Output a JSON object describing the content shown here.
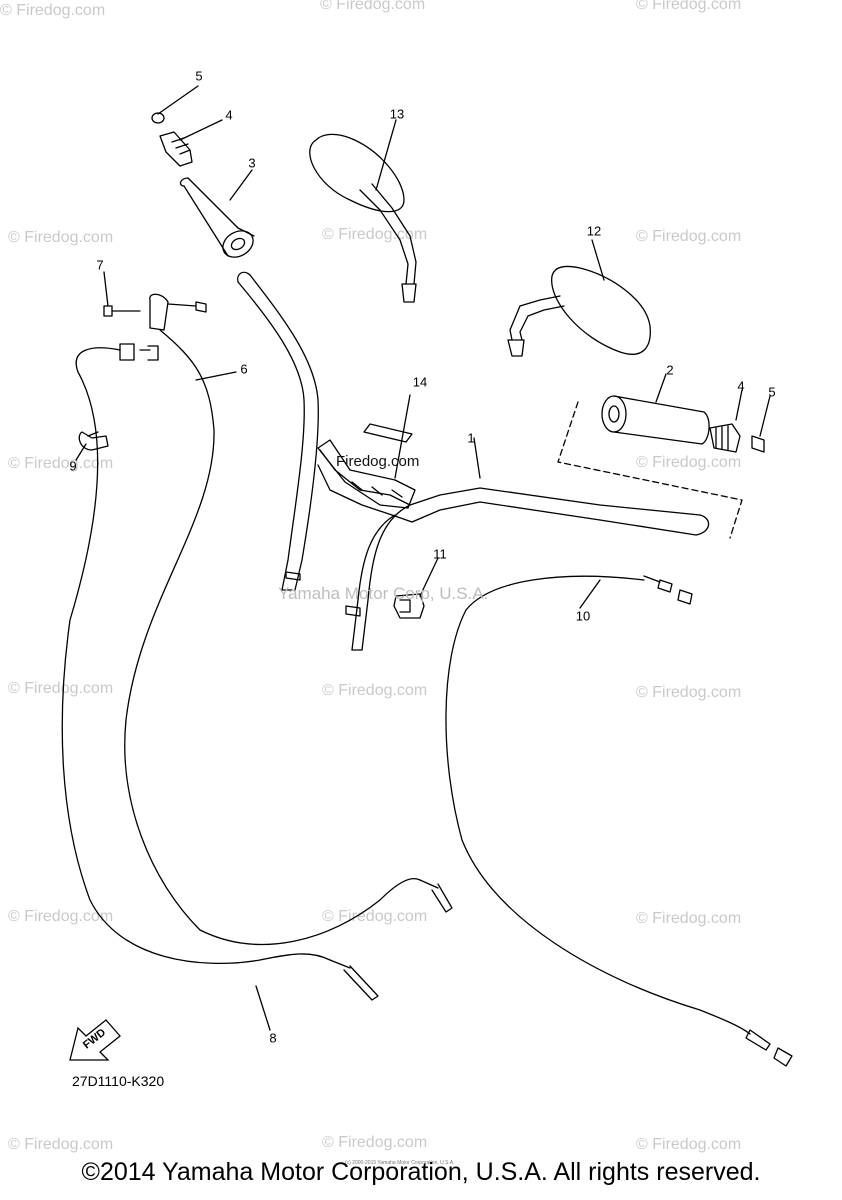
{
  "watermark_text": "© Firedog.com",
  "center_brand": "Firedog.com",
  "center_watermark": "Yamaha Motor Corp, U.S.A.",
  "diagram_code": "27D1110-K320",
  "copyright": "©2014 Yamaha Motor Corporation, U.S.A. All rights reserved.",
  "micro_copyright": "(c) 2000-2015 Yamaha Motor Corporation, U.S.A.",
  "fwd_label": "FWD",
  "callouts": {
    "c1": "1",
    "c2": "2",
    "c3": "3",
    "c4a": "4",
    "c4b": "4",
    "c5a": "5",
    "c5b": "5",
    "c6": "6",
    "c7": "7",
    "c8": "8",
    "c9": "9",
    "c10": "10",
    "c11": "11",
    "c12": "12",
    "c13": "13",
    "c14": "14"
  }
}
